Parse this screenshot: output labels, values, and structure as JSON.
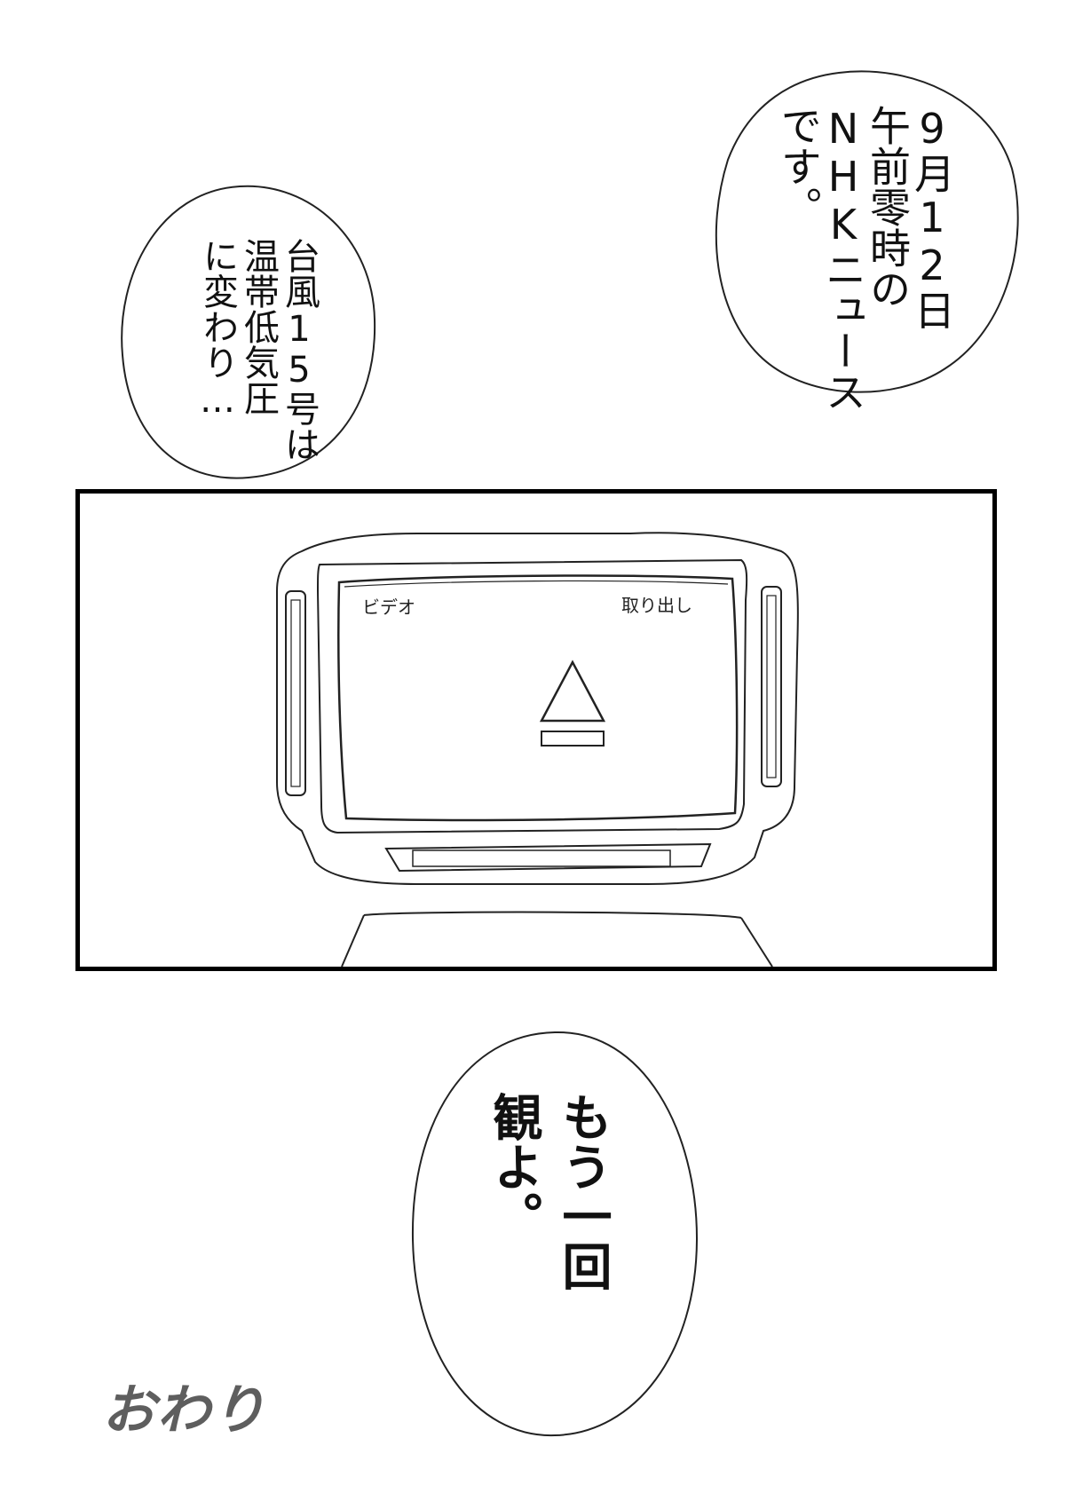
{
  "bubbles": {
    "top_right": "9月12日\n午前零時の\nNHKニュース\nです。",
    "top_left": "台風15号は\n温帯低気圧\nに変わり…",
    "bottom": "もう一回\n観よ。"
  },
  "tv_screen": {
    "mode_label": "ビデオ",
    "eject_label": "取り出し"
  },
  "ending": "おわり"
}
